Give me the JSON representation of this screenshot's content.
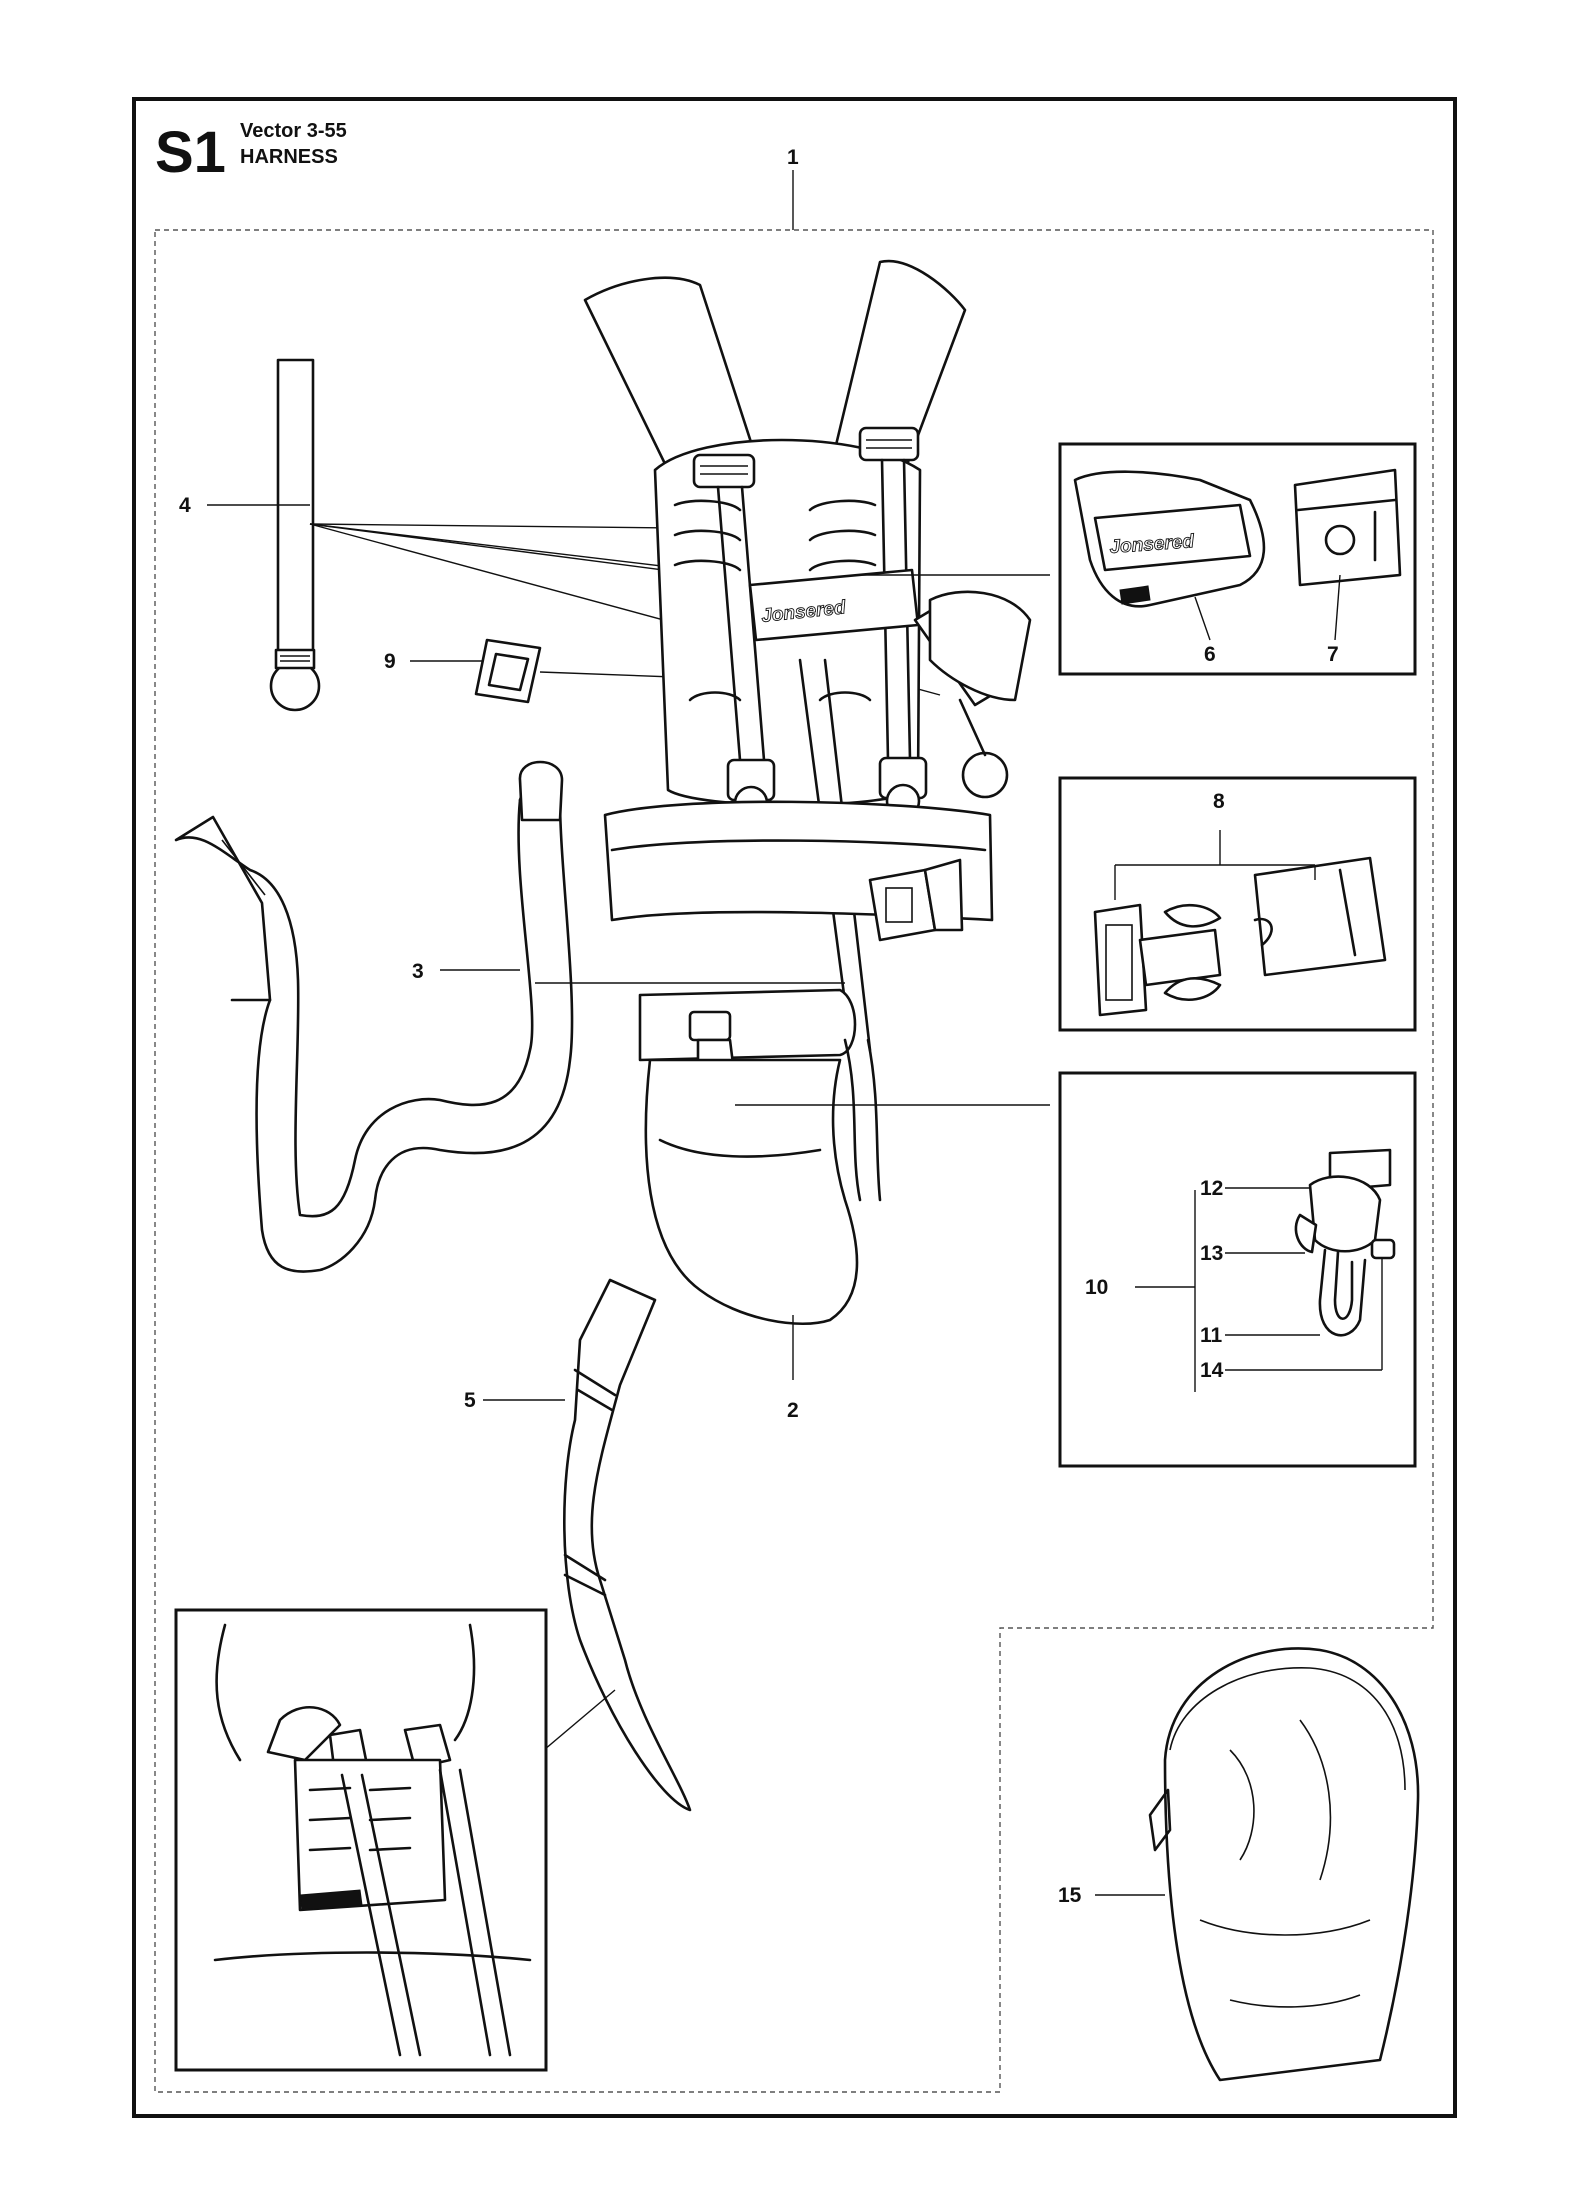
{
  "header": {
    "code": "S1",
    "model": "Vector 3-55",
    "section": "HARNESS"
  },
  "brand_label": "Jonsered",
  "callouts": [
    "1",
    "2",
    "3",
    "4",
    "5",
    "6",
    "7",
    "8",
    "9",
    "10",
    "11",
    "12",
    "13",
    "14",
    "15"
  ]
}
